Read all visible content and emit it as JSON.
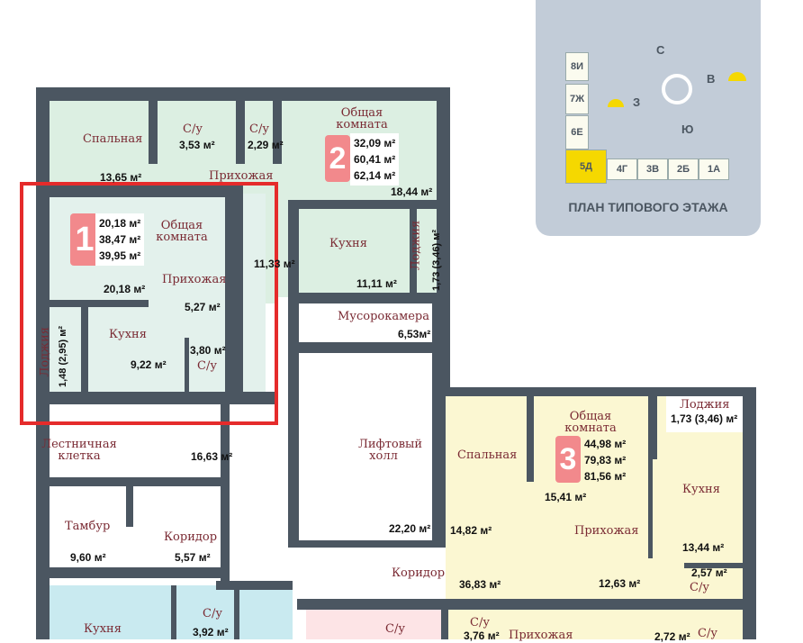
{
  "panel": {
    "title": "ПЛАН ТИПОВОГО ЭТАЖА",
    "sections": [
      "8И",
      "7Ж",
      "6Е",
      "5Д",
      "4Г",
      "3В",
      "2Б",
      "1А"
    ],
    "selected": "5Д",
    "directions": {
      "north": "С",
      "east": "В",
      "south": "Ю",
      "west": "З"
    },
    "highlight_color": "#f5d800"
  },
  "apt1": {
    "number": "1",
    "living": "20,18 м²",
    "total": "38,47 м²",
    "total_loggia": "39,95 м²",
    "rooms": {
      "living": "Общая комната",
      "living_area": "20,18 м²",
      "hall": "Прихожая",
      "hall_area": "5,27 м²",
      "kitchen": "Кухня",
      "kitchen_area": "9,22 м²",
      "bath": "С/у",
      "bath_area": "3,80 м²",
      "loggia": "Лоджия",
      "loggia_area": "1,48 (2,95) м²"
    }
  },
  "apt2": {
    "number": "2",
    "living": "32,09 м²",
    "total": "60,41 м²",
    "total_loggia": "62,14 м²",
    "rooms": {
      "bedroom": "Спальная",
      "bedroom_area": "13,65 м²",
      "bath1": "С/у",
      "bath1_area": "3,53 м²",
      "bath2": "С/у",
      "bath2_area": "2,29 м²",
      "hall": "Прихожая",
      "hall_area": "11,33 м²",
      "living": "Общая комната",
      "living_area": "18,44 м²",
      "kitchen": "Кухня",
      "kitchen_area": "11,11 м²",
      "loggia": "Лоджия",
      "loggia_area": "1,73 (3,46) м²"
    }
  },
  "apt3": {
    "number": "3",
    "living": "44,98 м²",
    "total": "79,83 м²",
    "total_loggia": "81,56 м²",
    "rooms": {
      "bedroom": "Спальная",
      "bedroom_area": "14,82 м²",
      "living": "Общая комната",
      "living_area": "15,41 м²",
      "loggia": "Лоджия",
      "loggia_area": "1,73 (3,46) м²",
      "kitchen": "Кухня",
      "kitchen_area": "13,44 м²",
      "hall": "Прихожая",
      "hall_area": "12,63 м²",
      "bath": "С/у",
      "bath_area": "2,57 м²",
      "bath2": "С/у",
      "bath2_area": "2,72 м²"
    }
  },
  "common": {
    "garbage": "Мусорокамера",
    "garbage_area": "6,53м²",
    "lift": "Лифтовый холл",
    "lift_area": "22,20 м²",
    "stairs": "Лестничная клетка",
    "stairs_area": "16,63 м²",
    "vestibule": "Тамбур",
    "vestibule_area": "9,60 м²",
    "corridor_small": "Коридор",
    "corridor_small_area": "5,57 м²",
    "corridor": "Коридор",
    "corridor_area": "36,83 м²"
  },
  "bottom": {
    "kitchen": "Кухня",
    "bath": "С/у",
    "bath_area": "3,92 м²",
    "bath_pink": "С/у",
    "bath2": "С/у",
    "bath2_area": "3,76 м²",
    "hall": "Прихожая"
  }
}
